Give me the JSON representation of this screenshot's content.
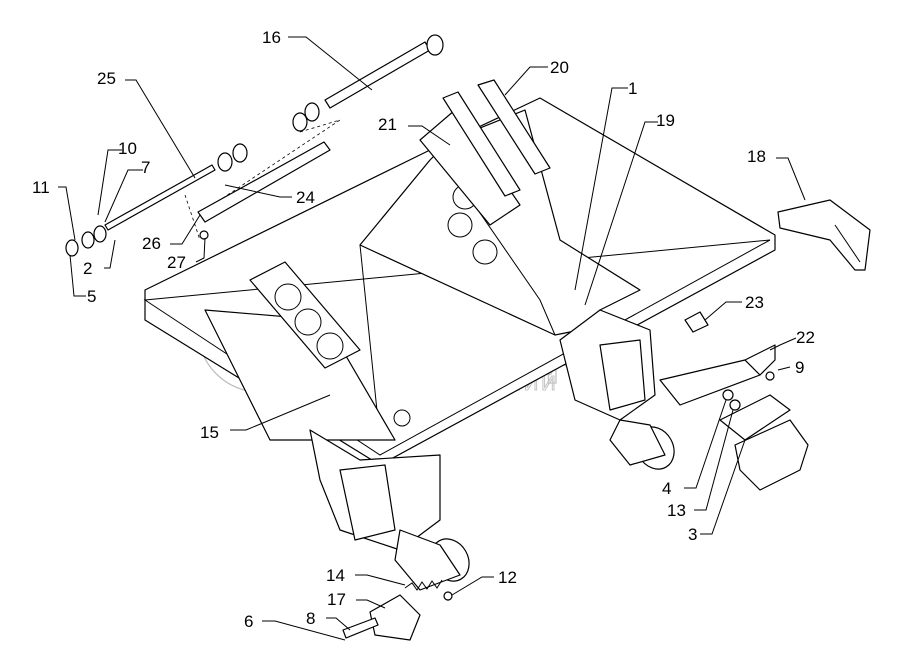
{
  "diagram": {
    "watermark": {
      "brand": "белагро",
      "subtitle": "ГРУППА КОМПАНИЙ"
    },
    "callouts": [
      {
        "id": "16",
        "text": "16"
      },
      {
        "id": "20",
        "text": "20"
      },
      {
        "id": "1",
        "text": "1"
      },
      {
        "id": "19",
        "text": "19"
      },
      {
        "id": "25",
        "text": "25"
      },
      {
        "id": "10",
        "text": "10"
      },
      {
        "id": "7",
        "text": "7"
      },
      {
        "id": "11",
        "text": "11"
      },
      {
        "id": "21",
        "text": "21"
      },
      {
        "id": "18",
        "text": "18"
      },
      {
        "id": "24",
        "text": "24"
      },
      {
        "id": "26",
        "text": "26"
      },
      {
        "id": "27",
        "text": "27"
      },
      {
        "id": "2",
        "text": "2"
      },
      {
        "id": "5",
        "text": "5"
      },
      {
        "id": "23",
        "text": "23"
      },
      {
        "id": "22",
        "text": "22"
      },
      {
        "id": "9",
        "text": "9"
      },
      {
        "id": "15",
        "text": "15"
      },
      {
        "id": "4",
        "text": "4"
      },
      {
        "id": "13",
        "text": "13"
      },
      {
        "id": "3",
        "text": "3"
      },
      {
        "id": "14",
        "text": "14"
      },
      {
        "id": "12",
        "text": "12"
      },
      {
        "id": "17",
        "text": "17"
      },
      {
        "id": "8",
        "text": "8"
      },
      {
        "id": "6",
        "text": "6"
      }
    ]
  }
}
